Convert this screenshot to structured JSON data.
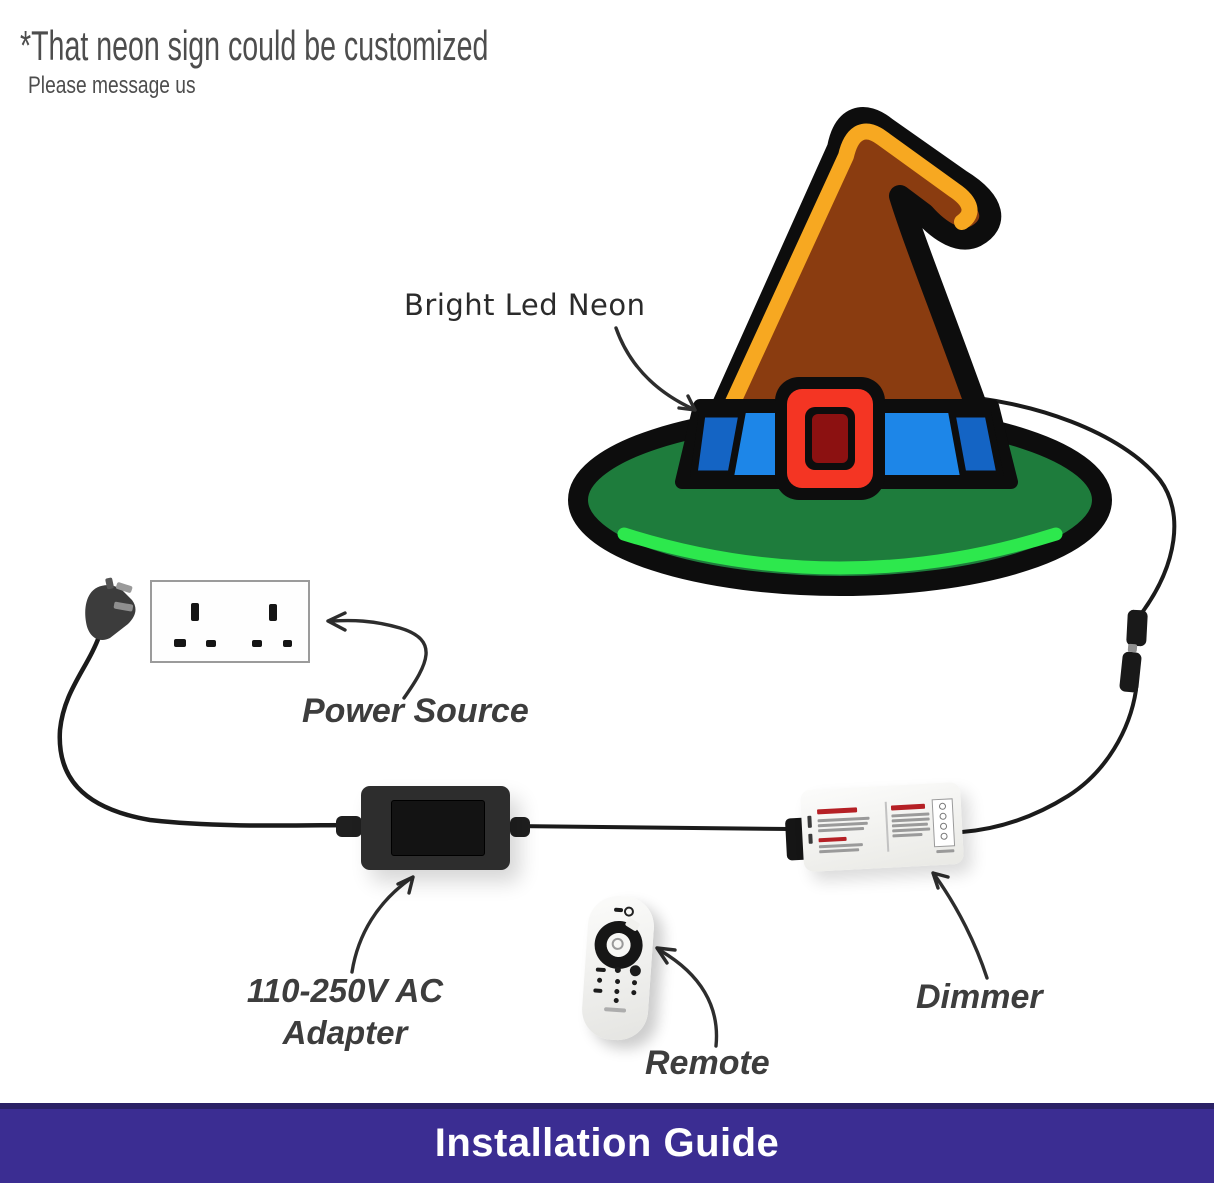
{
  "header": {
    "title": "*That neon sign could be customized",
    "subtitle": "Please message us",
    "text_color": "#4d4d4d"
  },
  "diagram": {
    "neon_label": "Bright Led Neon",
    "callouts": {
      "power_source": "Power Source",
      "adapter_line1": "110-250V AC",
      "adapter_line2": "Adapter",
      "remote": "Remote",
      "dimmer": "Dimmer",
      "label_color": "#3d3d3d"
    },
    "hat_colors": {
      "outline": "#0d0d0d",
      "cone_brown": "#8a3c10",
      "trim_orange": "#f7a821",
      "band_blue": "#1d86e8",
      "band_dark_blue": "#1464c4",
      "buckle_red": "#f43523",
      "buckle_dark_red": "#8c1111",
      "brim_green": "#1e7c3c",
      "neon_green": "#2de84d"
    },
    "wire_color": "#1b1b1b",
    "arrow_color": "#2d2d2d"
  },
  "banner": {
    "text": "Installation Guide",
    "bg_color": "#3b2d92",
    "edge_color": "#2b2166",
    "text_color": "#ffffff"
  }
}
